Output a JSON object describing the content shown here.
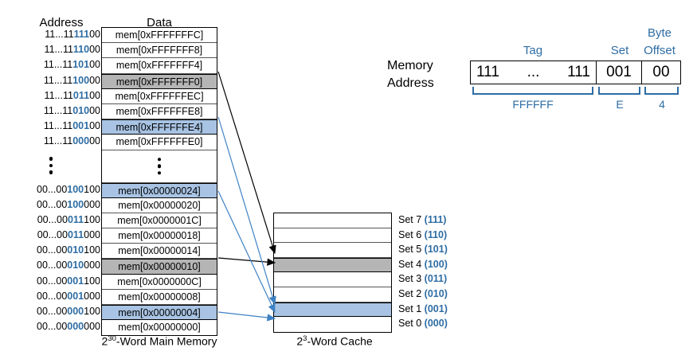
{
  "memory_panel": {
    "address_header": "Address",
    "data_header": "Data",
    "caption_base": "2",
    "caption_exp": "30",
    "caption_rest": "-Word Main Memory",
    "rows": [
      {
        "addr_prefix": "11...11",
        "addr_set": "111",
        "addr_off": "00",
        "data": "mem[0xFFFFFFFC]",
        "fill": "white"
      },
      {
        "addr_prefix": "11...11",
        "addr_set": "110",
        "addr_off": "00",
        "data": "mem[0xFFFFFFF8]",
        "fill": "white"
      },
      {
        "addr_prefix": "11...11",
        "addr_set": "101",
        "addr_off": "00",
        "data": "mem[0xFFFFFFF4]",
        "fill": "white"
      },
      {
        "addr_prefix": "11...11",
        "addr_set": "100",
        "addr_off": "00",
        "data": "mem[0xFFFFFFF0]",
        "fill": "gray"
      },
      {
        "addr_prefix": "11...11",
        "addr_set": "011",
        "addr_off": "00",
        "data": "mem[0xFFFFFFEC]",
        "fill": "white"
      },
      {
        "addr_prefix": "11...11",
        "addr_set": "010",
        "addr_off": "00",
        "data": "mem[0xFFFFFFE8]",
        "fill": "white"
      },
      {
        "addr_prefix": "11...11",
        "addr_set": "001",
        "addr_off": "00",
        "data": "mem[0xFFFFFFE4]",
        "fill": "blue"
      },
      {
        "addr_prefix": "11...11",
        "addr_set": "000",
        "addr_off": "00",
        "data": "mem[0xFFFFFFE0]",
        "fill": "white"
      },
      {
        "addr_prefix": "",
        "addr_set": "",
        "addr_off": "",
        "data": "",
        "fill": "dots"
      },
      {
        "addr_prefix": "00...00",
        "addr_set": "100",
        "addr_off": "100",
        "data": "mem[0x00000024]",
        "fill": "blue"
      },
      {
        "addr_prefix": "00...00",
        "addr_set": "100",
        "addr_off": "000",
        "data": "mem[0x00000020]",
        "fill": "white"
      },
      {
        "addr_prefix": "00...00",
        "addr_set": "011",
        "addr_off": "100",
        "data": "mem[0x0000001C]",
        "fill": "white"
      },
      {
        "addr_prefix": "00...00",
        "addr_set": "011",
        "addr_off": "000",
        "data": "mem[0x00000018]",
        "fill": "white"
      },
      {
        "addr_prefix": "00...00",
        "addr_set": "010",
        "addr_off": "100",
        "data": "mem[0x00000014]",
        "fill": "white"
      },
      {
        "addr_prefix": "00...00",
        "addr_set": "010",
        "addr_off": "000",
        "data": "mem[0x00000010]",
        "fill": "gray"
      },
      {
        "addr_prefix": "00...00",
        "addr_set": "001",
        "addr_off": "100",
        "data": "mem[0x0000000C]",
        "fill": "white"
      },
      {
        "addr_prefix": "00...00",
        "addr_set": "001",
        "addr_off": "000",
        "data": "mem[0x00000008]",
        "fill": "white"
      },
      {
        "addr_prefix": "00...00",
        "addr_set": "000",
        "addr_off": "100",
        "data": "mem[0x00000004]",
        "fill": "blue"
      },
      {
        "addr_prefix": "00...00",
        "addr_set": "000",
        "addr_off": "000",
        "data": "mem[0x00000000]",
        "fill": "white"
      }
    ]
  },
  "cache_panel": {
    "caption_base": "2",
    "caption_exp": "3",
    "caption_rest": "-Word Cache",
    "rows": [
      {
        "label": "Set 7",
        "bits": "(111)",
        "fill": "white"
      },
      {
        "label": "Set 6",
        "bits": "(110)",
        "fill": "white"
      },
      {
        "label": "Set 5",
        "bits": "(101)",
        "fill": "white"
      },
      {
        "label": "Set 4",
        "bits": "(100)",
        "fill": "gray"
      },
      {
        "label": "Set 3",
        "bits": "(011)",
        "fill": "white"
      },
      {
        "label": "Set 2",
        "bits": "(010)",
        "fill": "white"
      },
      {
        "label": "Set 1",
        "bits": "(001)",
        "fill": "blue"
      },
      {
        "label": "Set 0",
        "bits": "(000)",
        "fill": "white"
      }
    ]
  },
  "address_breakdown": {
    "label_line1": "Memory",
    "label_line2": "Address",
    "tag_left": "111",
    "tag_dots": "...",
    "tag_right": "111",
    "set_value": "001",
    "offset_value": "00",
    "cap_tag": "Tag",
    "cap_set": "Set",
    "cap_byte": "Byte",
    "cap_offset": "Offset",
    "brace_tag": "FFFFFF",
    "brace_set": "E",
    "brace_offset": "4"
  },
  "colors": {
    "accent_blue": "#2e6da4",
    "fill_blue": "#a8c3e3",
    "fill_gray": "#b5b5b5",
    "stroke": "#000000"
  }
}
